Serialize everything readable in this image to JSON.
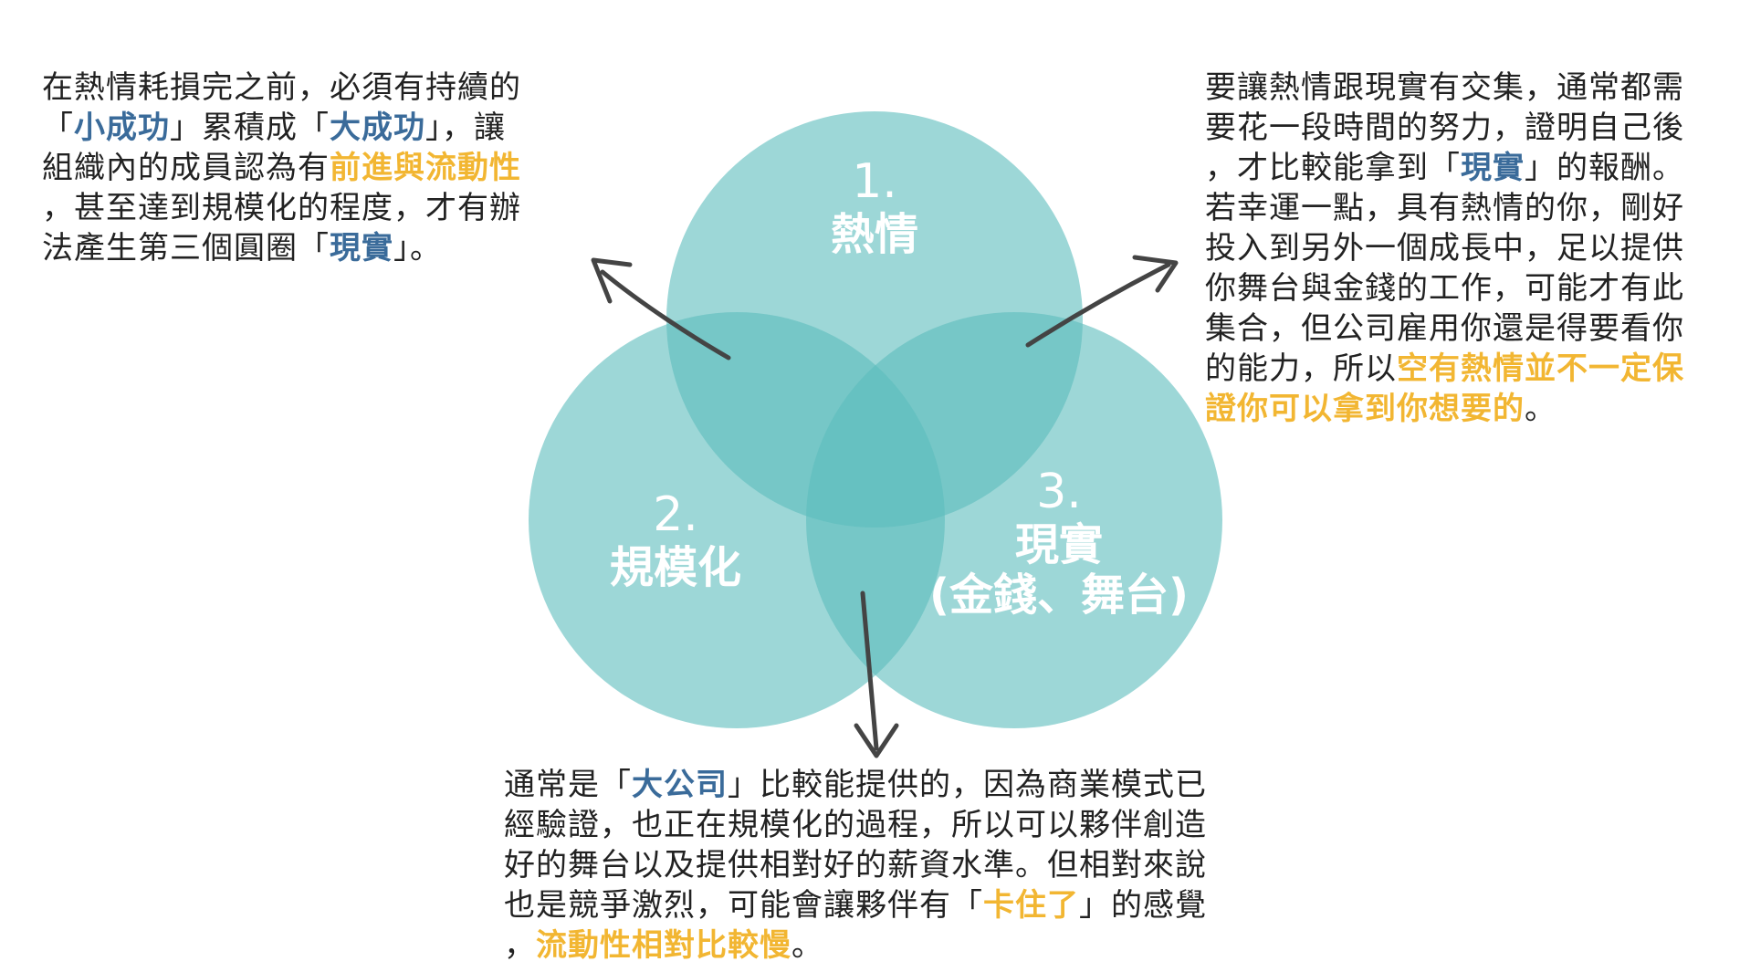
{
  "colors": {
    "circle_fill": "#5bbcbc",
    "blue_highlight": "#3a6b9a",
    "gold_highlight": "#f2b632",
    "arrow": "#444444"
  },
  "circles": {
    "passion": {
      "number": "1.",
      "label": "熱情"
    },
    "scale": {
      "number": "2.",
      "label": "規模化"
    },
    "reality": {
      "number": "3.",
      "label": "現實",
      "sublabel": "(金錢、舞台)"
    }
  },
  "notes": {
    "left": {
      "l1": "在熱情耗損完之前，必須有持續的",
      "l2a": "「",
      "l2b": "小成功",
      "l2c": "」累積成「",
      "l2d": "大成功",
      "l2e": "」，讓",
      "l3a": "組織內的成員認為有",
      "l3b": "前進與流動性",
      "l4": "，甚至達到規模化的程度，才有辦",
      "l5a": "法產生第三個圓圈「",
      "l5b": "現實",
      "l5c": "」。"
    },
    "right": {
      "l1": "要讓熱情跟現實有交集，通常都需",
      "l2": "要花一段時間的努力，證明自己後",
      "l3a": "，才比較能拿到「",
      "l3b": "現實",
      "l3c": "」的報酬。",
      "l4": "若幸運一點，具有熱情的你，剛好",
      "l5": "投入到另外一個成長中，足以提供",
      "l6": "你舞台與金錢的工作，可能才有此",
      "l7": "集合，但公司雇用你還是得要看你",
      "l8a": "的能力，所以",
      "l8b": "空有熱情並不一定保",
      "l9a": "證你可以拿到你想要的",
      "l9b": "。"
    },
    "bottom": {
      "l1a": "通常是「",
      "l1b": "大公司",
      "l1c": "」比較能提供的，因為商業模式已",
      "l2": "經驗證，也正在規模化的過程，所以可以夥伴創造",
      "l3": "好的舞台以及提供相對好的薪資水準。但相對來說",
      "l4a": "也是競爭激烈，可能會讓夥伴有「",
      "l4b": "卡住了",
      "l4c": "」的感覺",
      "l5a": "，",
      "l5b": "流動性相對比較慢",
      "l5c": "。"
    }
  }
}
